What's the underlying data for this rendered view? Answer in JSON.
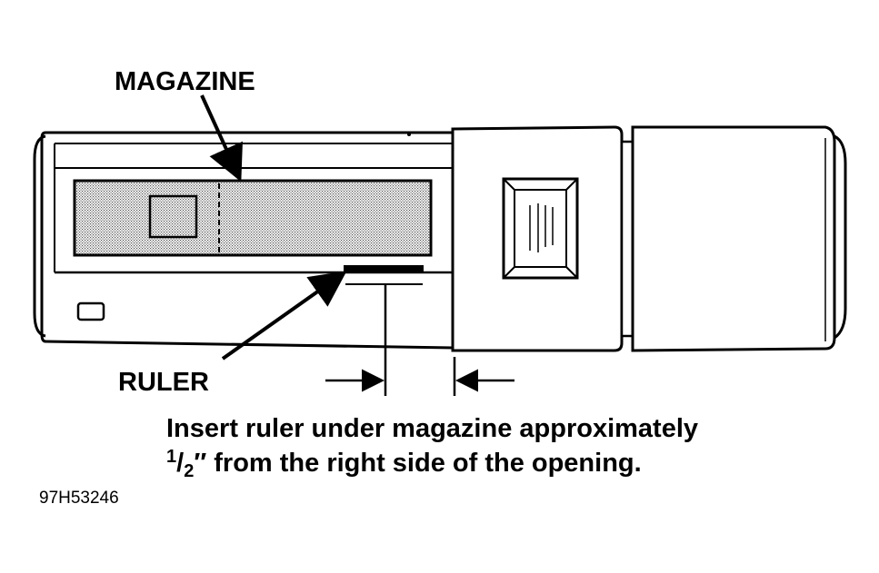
{
  "labels": {
    "magazine": "MAGAZINE",
    "ruler": "RULER"
  },
  "caption": {
    "line1": "Insert ruler under magazine approximately",
    "fraction_num": "1",
    "fraction_den": "2",
    "line2_rest": "″ from the right side of the opening."
  },
  "figure_id": "97H53246",
  "colors": {
    "ink": "#000000",
    "paper": "#ffffff",
    "stipple": "#9a9a9a"
  }
}
